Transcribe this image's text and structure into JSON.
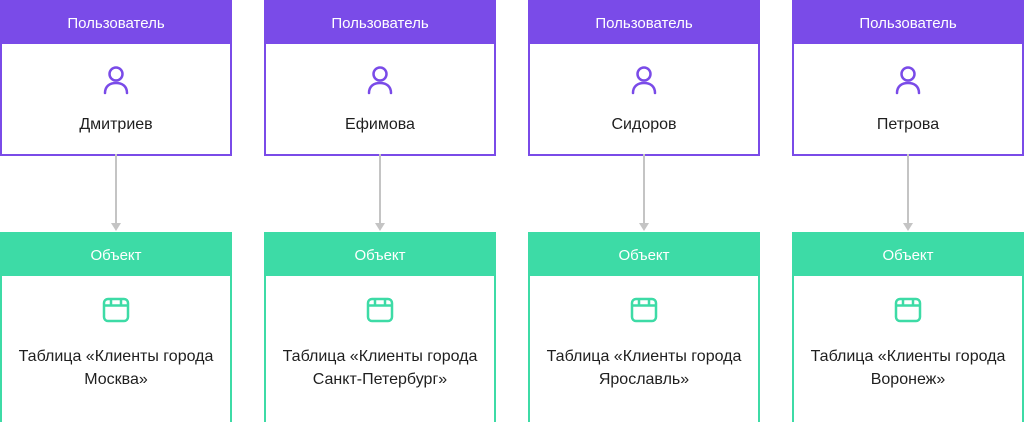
{
  "columns": [
    {
      "user": {
        "header": "Пользователь",
        "name": "Дмитриев"
      },
      "object": {
        "header": "Объект",
        "name": "Таблица «Клиенты города Москва»"
      }
    },
    {
      "user": {
        "header": "Пользователь",
        "name": "Ефимова"
      },
      "object": {
        "header": "Объект",
        "name": "Таблица «Клиенты города Санкт-Петербург»"
      }
    },
    {
      "user": {
        "header": "Пользователь",
        "name": "Сидоров"
      },
      "object": {
        "header": "Объект",
        "name": "Таблица «Клиенты города Ярославль»"
      }
    },
    {
      "user": {
        "header": "Пользователь",
        "name": "Петрова"
      },
      "object": {
        "header": "Объект",
        "name": "Таблица «Клиенты города Воронеж»"
      }
    }
  ],
  "icons": {
    "user": "user-icon",
    "object": "table-icon"
  },
  "colors": {
    "user_accent": "#7a4be8",
    "object_accent": "#3ddba6",
    "connector": "#c4c4c4"
  }
}
